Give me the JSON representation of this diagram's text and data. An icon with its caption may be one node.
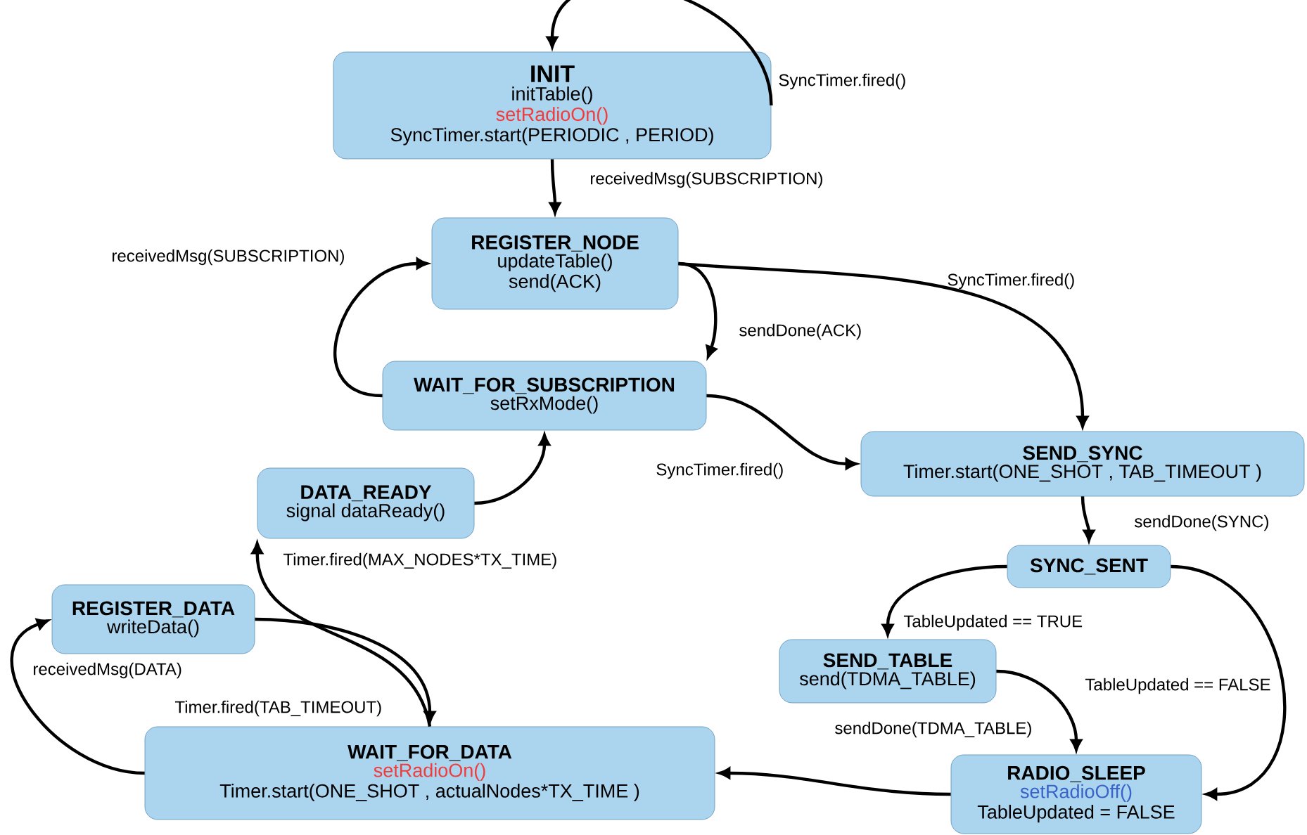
{
  "diagram": {
    "nodes": [
      {
        "text": [
          "INIT",
          "initTable()",
          "setRadioOn()",
          "SyncTimer.start(PERIODIC , PERIOD)"
        ]
      },
      {
        "text": [
          "REGISTER_NODE",
          "updateTable()",
          "send(ACK)"
        ]
      },
      {
        "text": [
          "WAIT_FOR_SUBSCRIPTION",
          "setRxMode()"
        ]
      },
      {
        "text": [
          "SEND_SYNC",
          "Timer.start(ONE_SHOT , TAB_TIMEOUT )"
        ]
      },
      {
        "text": [
          "DATA_READY",
          "signal dataReady()"
        ]
      },
      {
        "text": [
          "SYNC_SENT"
        ]
      },
      {
        "text": [
          "REGISTER_DATA",
          "writeData()"
        ]
      },
      {
        "text": [
          "SEND_TABLE",
          "send(TDMA_TABLE)"
        ]
      },
      {
        "text": [
          "WAIT_FOR_DATA",
          "setRadioOn()",
          "Timer.start(ONE_SHOT , actualNodes*TX_TIME )"
        ]
      },
      {
        "text": [
          "RADIO_SLEEP",
          "setRadioOff()",
          "TableUpdated = FALSE"
        ]
      }
    ],
    "edges": [
      {
        "from": 0,
        "to": 0,
        "arrow": "to",
        "label": "SyncTimer.fired()"
      },
      {
        "from": 0,
        "to": 1,
        "arrow": "to",
        "label": "receivedMsg(SUBSCRIPTION)"
      },
      {
        "from": 1,
        "to": 2,
        "arrow": "to",
        "label": "sendDone(ACK)"
      },
      {
        "from": 2,
        "to": 1,
        "arrow": "to",
        "label": "receivedMsg(SUBSCRIPTION)"
      },
      {
        "from": 1,
        "to": 3,
        "arrow": "to",
        "label": "SyncTimer.fired()"
      },
      {
        "from": 2,
        "to": 3,
        "arrow": "to",
        "label": "SyncTimer.fired()"
      },
      {
        "from": 3,
        "to": 5,
        "arrow": "to",
        "label": "sendDone(SYNC)"
      },
      {
        "from": 5,
        "to": 7,
        "arrow": "to",
        "label": "TableUpdated == TRUE"
      },
      {
        "from": 5,
        "to": 9,
        "arrow": "to",
        "label": "TableUpdated == FALSE"
      },
      {
        "from": 7,
        "to": 9,
        "arrow": "to",
        "label": "sendDone(TDMA_TABLE)"
      },
      {
        "from": 9,
        "to": 8,
        "arrow": "to"
      },
      {
        "from": 8,
        "to": 6,
        "arrow": "to",
        "label": "receivedMsg(DATA)"
      },
      {
        "from": 6,
        "to": 8,
        "arrow": "to",
        "label": "Timer.fired(TAB_TIMEOUT)"
      },
      {
        "from": 8,
        "to": 4,
        "arrow": "to",
        "label": "Timer.fired(MAX_NODES*TX_TIME)"
      },
      {
        "from": 4,
        "to": 2,
        "arrow": "to"
      }
    ]
  }
}
